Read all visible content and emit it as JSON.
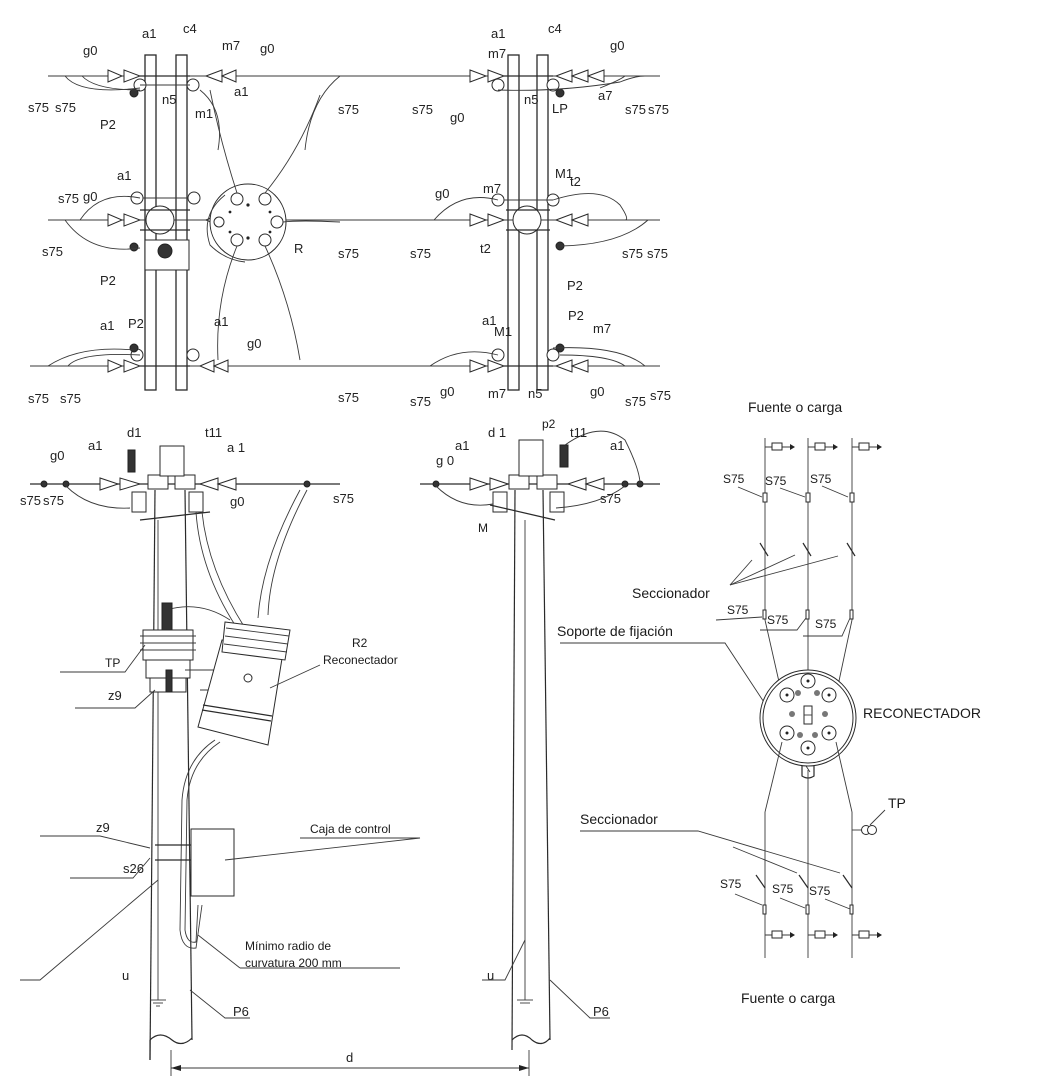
{
  "drawing": {
    "plan_views": {
      "top_left_row1": {
        "labels": [
          "a1",
          "c4",
          "g0",
          "m7",
          "g0",
          "s75",
          "s75",
          "n5",
          "m1",
          "a1",
          "P2",
          "s75"
        ]
      },
      "top_right_row1": {
        "labels": [
          "a1",
          "c4",
          "m7",
          "g0",
          "s75",
          "g0",
          "n5",
          "LP",
          "a7",
          "s75",
          "s75"
        ]
      },
      "left_row2": {
        "labels": [
          "a1",
          "s75",
          "g0",
          "s75",
          "P2",
          "R",
          "s75"
        ]
      },
      "right_row2": {
        "labels": [
          "M1",
          "t2",
          "m7",
          "g0",
          "s75",
          "t2",
          "s75",
          "s75",
          "P2"
        ]
      },
      "left_row3": {
        "labels": [
          "a1",
          "P2",
          "a1",
          "g0",
          "s75",
          "s75",
          "s75"
        ]
      },
      "right_row3": {
        "labels": [
          "a1",
          "M1",
          "P2",
          "m7",
          "g0",
          "m7",
          "n5",
          "g0",
          "s75",
          "s75",
          "s75"
        ]
      }
    },
    "elevation_left": {
      "labels": {
        "d1": "d1",
        "t11": "t11",
        "a1_left": "a1",
        "a1_right": "a 1",
        "g0_left": "g0",
        "g0_right": "g0",
        "s75_a": "s75",
        "s75_b": "s75",
        "s75_c": "s75",
        "TP": "TP",
        "z9_top": "z9",
        "z9_bottom": "z9",
        "s26": "s26",
        "u": "u",
        "P6": "P6"
      },
      "reconnector_label_line1": "R2",
      "reconnector_label_line2": "Reconectador",
      "control_box_label": "Caja de control",
      "bend_note_line1": "Mínimo radio de",
      "bend_note_line2": "curvatura 200 mm"
    },
    "elevation_right": {
      "labels": {
        "d1": "d 1",
        "p2": "p2",
        "t11": "t11",
        "a1_left": "a1",
        "a1_right": "a1",
        "g0": "g 0",
        "s75": "s75",
        "M": "M",
        "u": "u",
        "P6": "P6"
      }
    },
    "span_dimension": "d",
    "schematic": {
      "top_title": "Fuente o carga",
      "bottom_title": "Fuente o carga",
      "s75_label": "s75",
      "S75_label": "S75",
      "disconnector_label": "Seccionador",
      "support_label": "Soporte de fijación",
      "reconnector_label": "RECONECTADOR",
      "tp_label": "TP"
    }
  }
}
